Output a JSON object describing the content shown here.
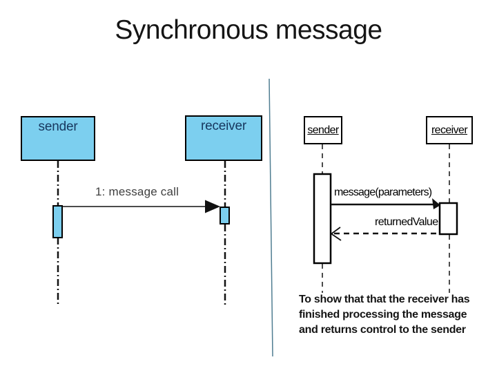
{
  "slide": {
    "title": "Synchronous message"
  },
  "colors": {
    "box_fill": "#7ccfef",
    "box_border": "#000000",
    "box_label": "#17375e",
    "line_black": "#111111",
    "separator": "#4f7d91",
    "white": "#ffffff"
  },
  "left_diagram": {
    "sender_label": "sender",
    "receiver_label": "receiver",
    "message_label": "1: message call"
  },
  "right_diagram": {
    "sender_label": "sender",
    "receiver_label": "receiver",
    "message_label": "message(parameters)",
    "return_label": "returnedValue"
  },
  "note": {
    "lines": [
      "To show that that the receiver has",
      "finished processing the message",
      "and returns control to the sender"
    ]
  }
}
